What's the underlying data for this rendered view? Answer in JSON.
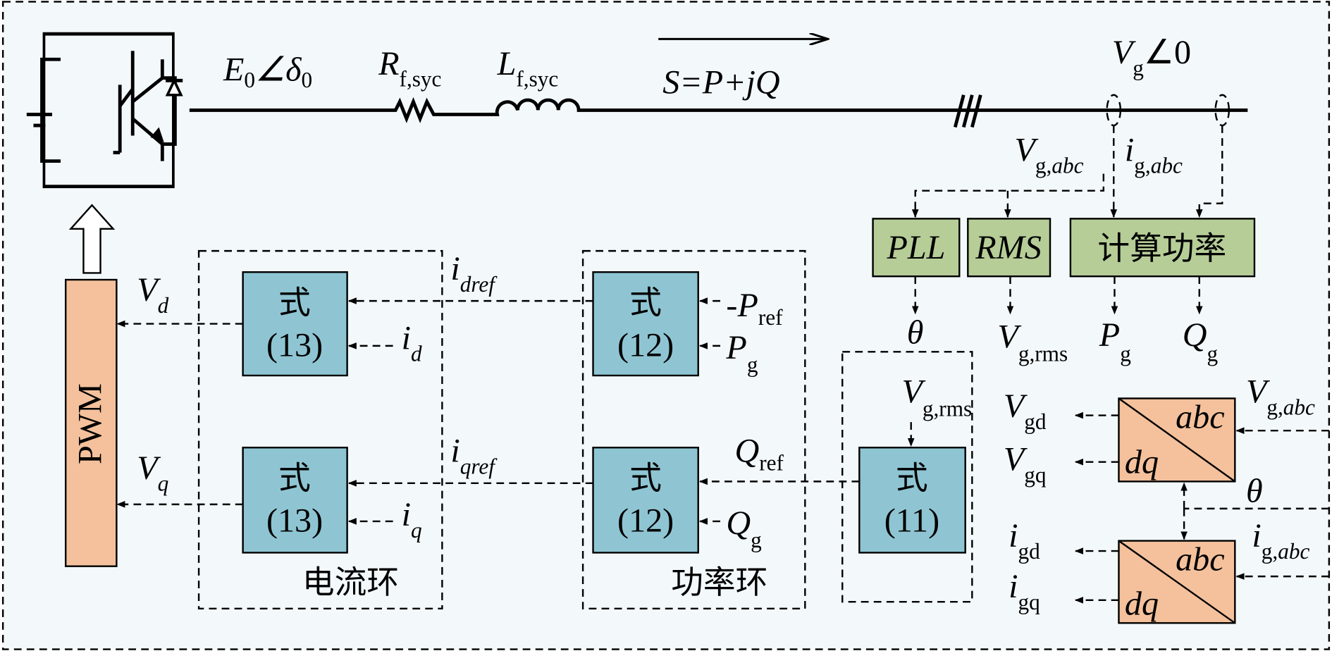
{
  "colors": {
    "background": "#f3f9fb",
    "formula_box": "#8fc5d3",
    "measure_box": "#b6cd97",
    "pwm_box": "#f4c19c"
  },
  "line": {
    "emf": "E",
    "emf_sub": "0",
    "angle": "∠",
    "delta": "δ",
    "delta_sub": "0",
    "R": "R",
    "R_sub": "f,syc",
    "L": "L",
    "L_sub": "f,syc",
    "power": "S=P+jQ",
    "grid_V": "V",
    "grid_sub": "g",
    "grid_angle": "∠0"
  },
  "meas": {
    "v": "V",
    "v_sub": "g,",
    "v_sub2": "abc",
    "i": "i",
    "i_sub": "g,",
    "i_sub2": "abc"
  },
  "blocks": {
    "pll": "PLL",
    "rms": "RMS",
    "power_calc": "计算功率",
    "pwm": "PWM",
    "eq_char": "式",
    "eq13": "(13)",
    "eq12": "(12)",
    "eq11": "(11)",
    "dq": "dq",
    "abc": "abc"
  },
  "loops": {
    "current": "电流环",
    "power": "功率环"
  },
  "signals": {
    "theta": "θ",
    "vgrms": "V",
    "vgrms_sub": "g,rms",
    "Pg": "P",
    "Qg": "Q",
    "g": "g",
    "Vd": "V",
    "d": "d",
    "Vq": "V",
    "q": "q",
    "i": "i",
    "dref": "dref",
    "qref": "qref",
    "P": "P",
    "Q": "Q",
    "ref": "ref",
    "Vgd_sub": "gd",
    "Vgq_sub": "gq",
    "igd_sub": "gd",
    "igq_sub": "gq",
    "minus": "-"
  }
}
